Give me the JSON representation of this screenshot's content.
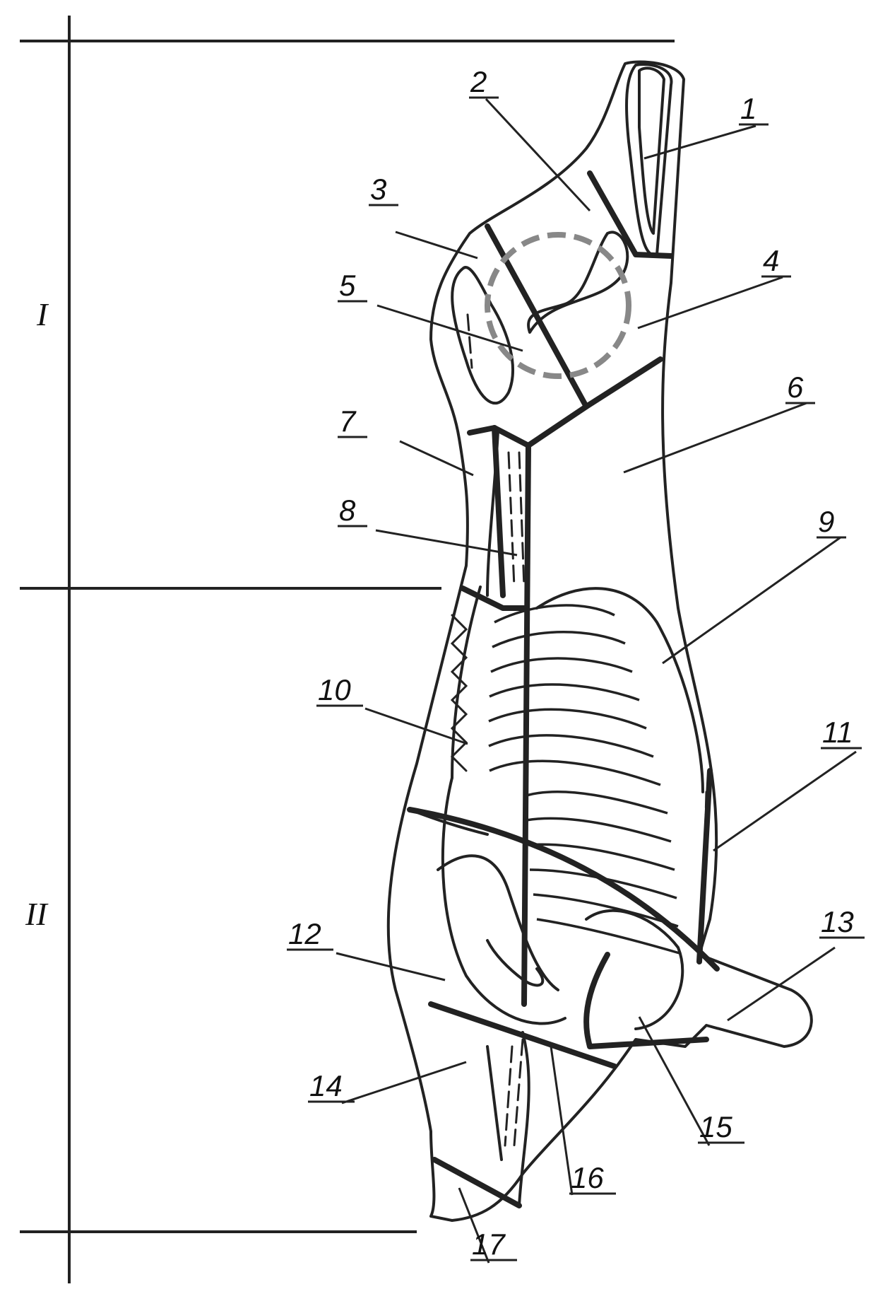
{
  "sections": [
    {
      "id": "I",
      "label": "I"
    },
    {
      "id": "II",
      "label": "II"
    }
  ],
  "callouts": [
    "1",
    "2",
    "3",
    "4",
    "5",
    "6",
    "7",
    "8",
    "9",
    "10",
    "11",
    "12",
    "13",
    "14",
    "15",
    "16",
    "17"
  ]
}
